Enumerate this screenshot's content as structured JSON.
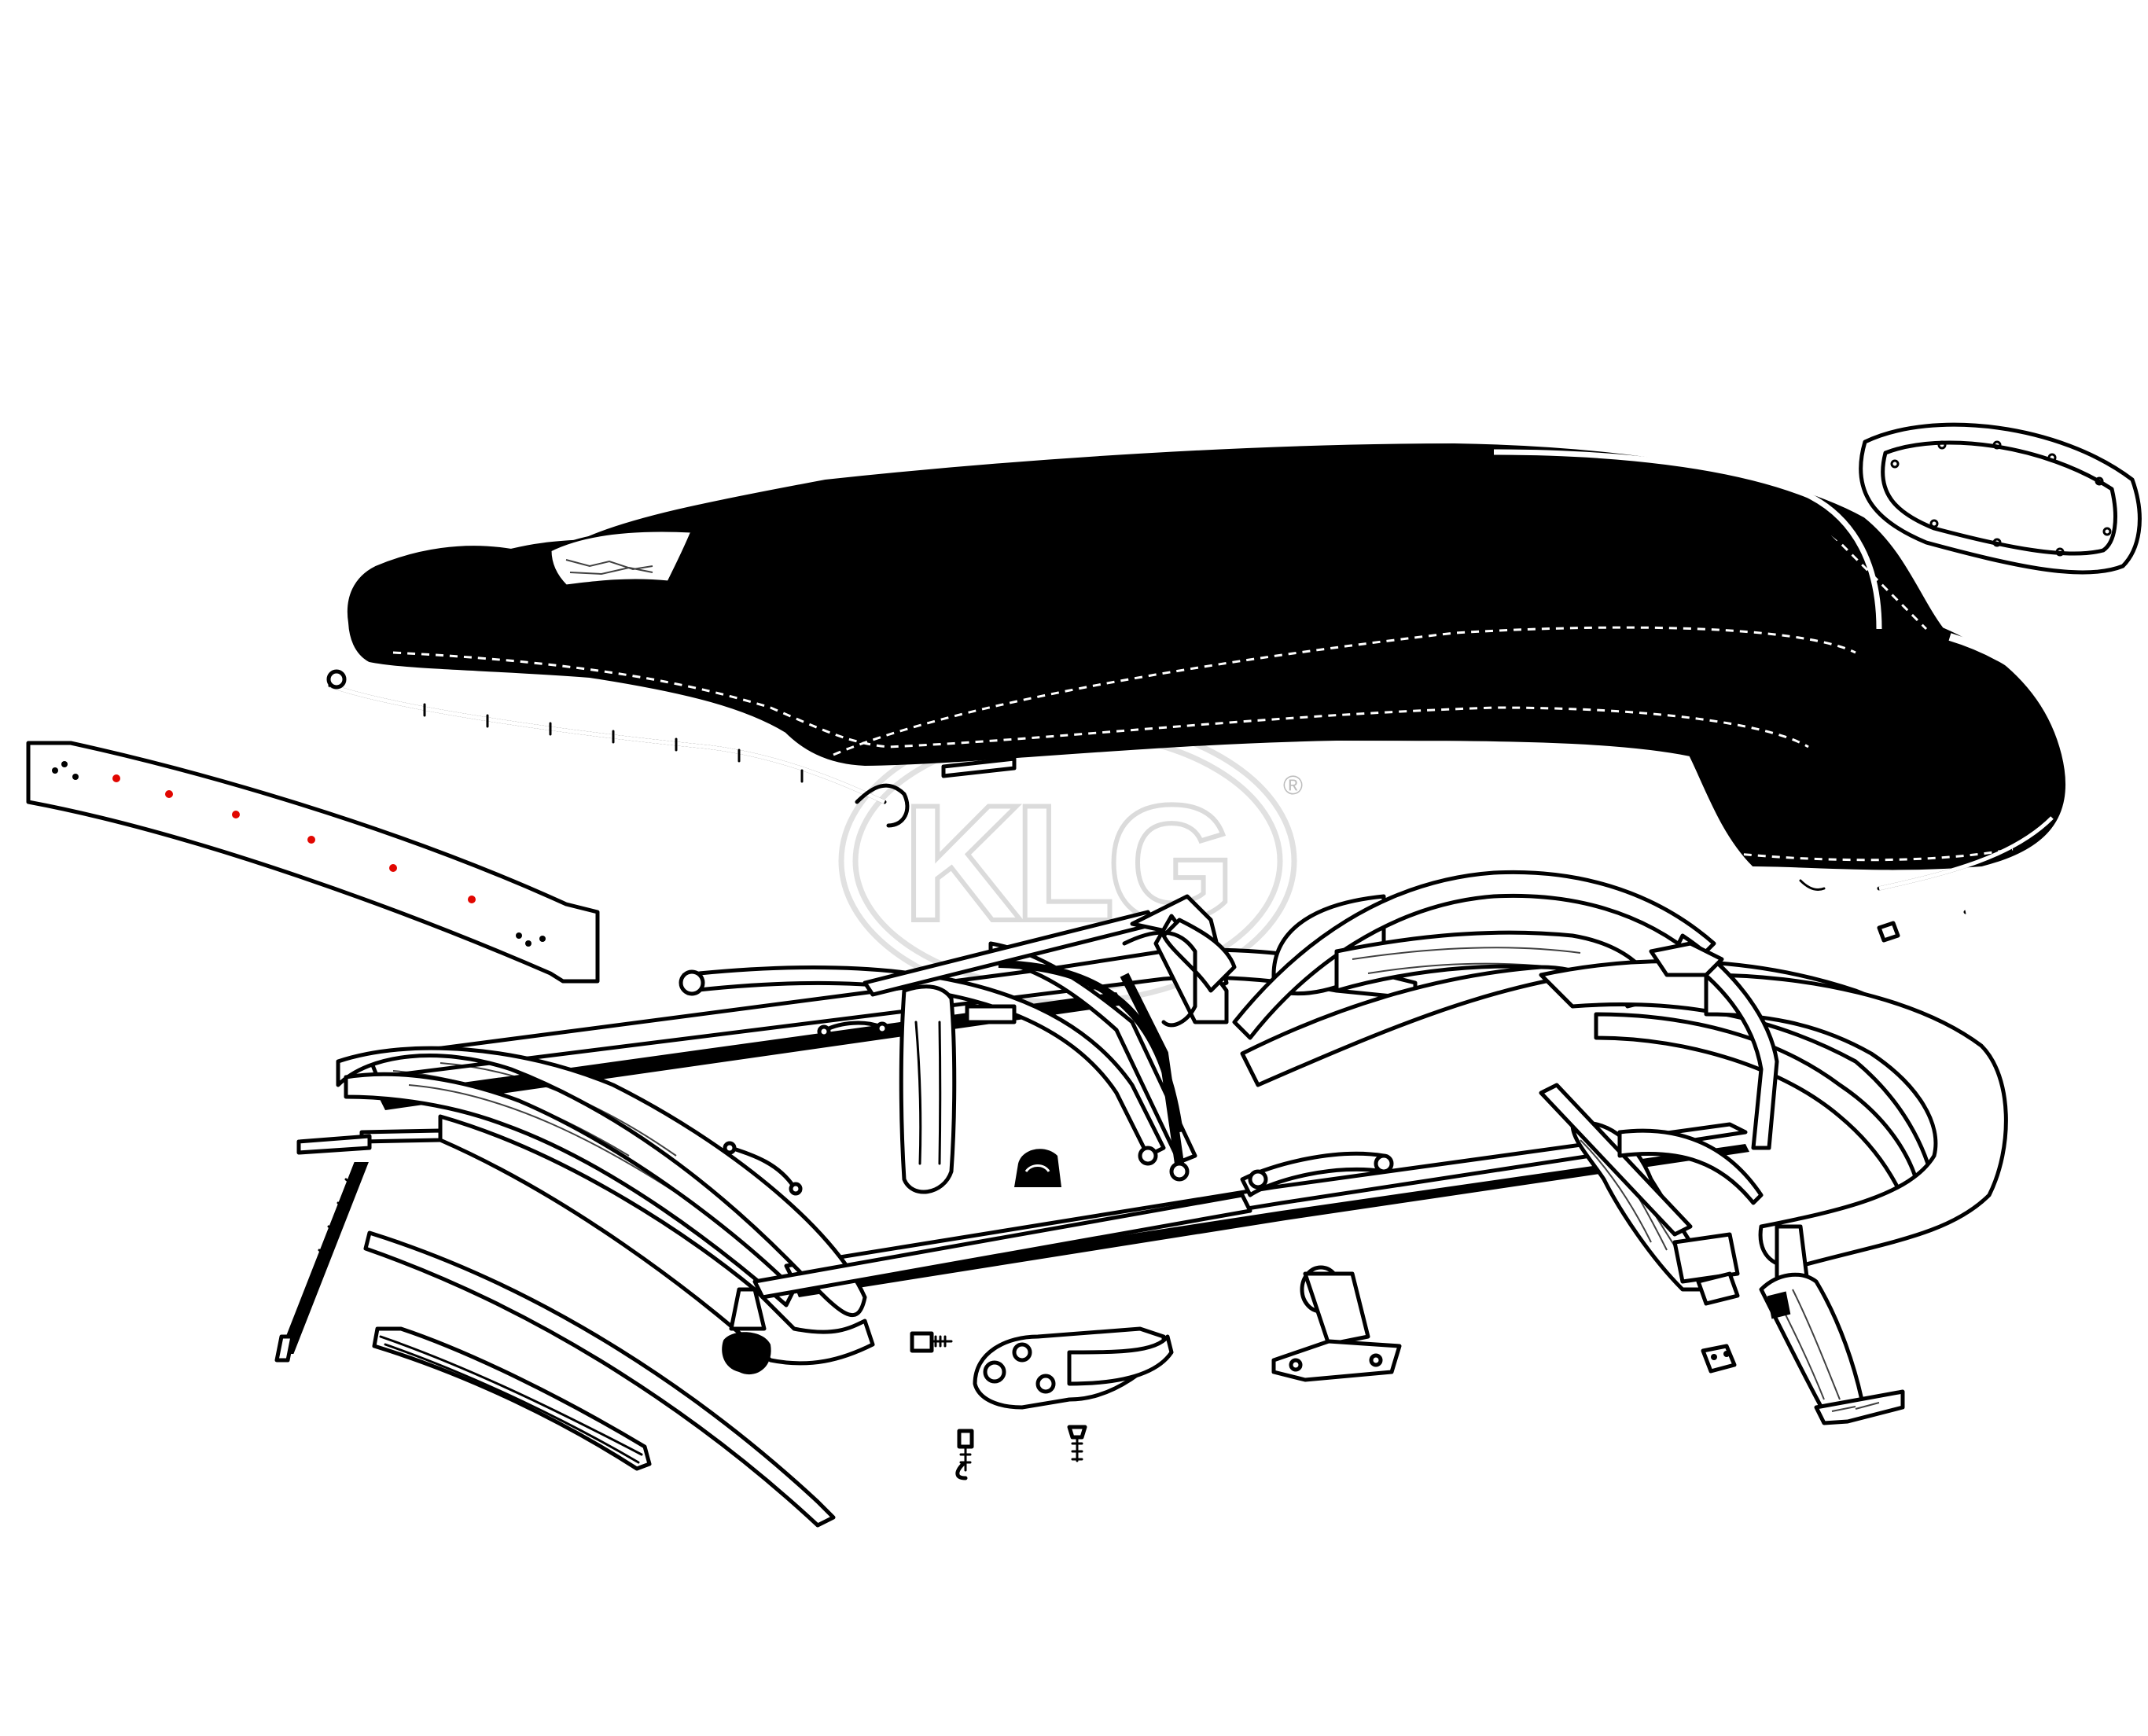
{
  "watermark": {
    "brand_text": "KLG",
    "registered_mark": "®",
    "color": "#c4c4c4"
  },
  "accent_colors": {
    "outline": "#000000",
    "fabric": "#000000",
    "marker_dots": "#e10600"
  },
  "parts": [
    {
      "name": "convertible-top-fabric",
      "icon": "fabric-cover-icon"
    },
    {
      "name": "rear-window-frame",
      "icon": "window-frame-icon"
    },
    {
      "name": "front-header-bow",
      "icon": "header-bow-icon"
    },
    {
      "name": "top-frame-assembly",
      "icon": "frame-icon"
    },
    {
      "name": "hardware-fittings",
      "icon": "bolt-icon"
    }
  ]
}
